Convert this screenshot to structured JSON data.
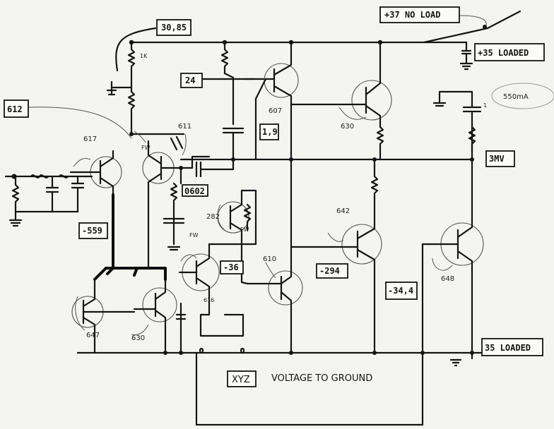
{
  "labels": {
    "no_load": "+37 NO LOAD",
    "loaded_pos": "+35 LOADED",
    "loaded_neg": "35 LOADED",
    "v3085": "30,85",
    "v612": "612",
    "v24": "24",
    "v19": "1,9",
    "v3mv": "3MV",
    "v559": "-559",
    "v36": "-36",
    "v294": "-294",
    "v344": "-34,4",
    "v550ma": "550mA",
    "v0602": "0602"
  },
  "transistors": {
    "t617": "617",
    "t611": "611",
    "t607": "607",
    "t630a": "630",
    "t642": "642",
    "t282": "282",
    "t610": "610",
    "t648": "648",
    "t647": "647",
    "t630b": "630",
    "t616": "616"
  },
  "small_labels": {
    "r1k": "1K",
    "one": "1",
    "fw1": "FW",
    "fw2": "FW",
    "fw3": "FW"
  },
  "xyz_box": {
    "tag": "XYZ",
    "text": "VOLTAGE TO GROUND"
  }
}
